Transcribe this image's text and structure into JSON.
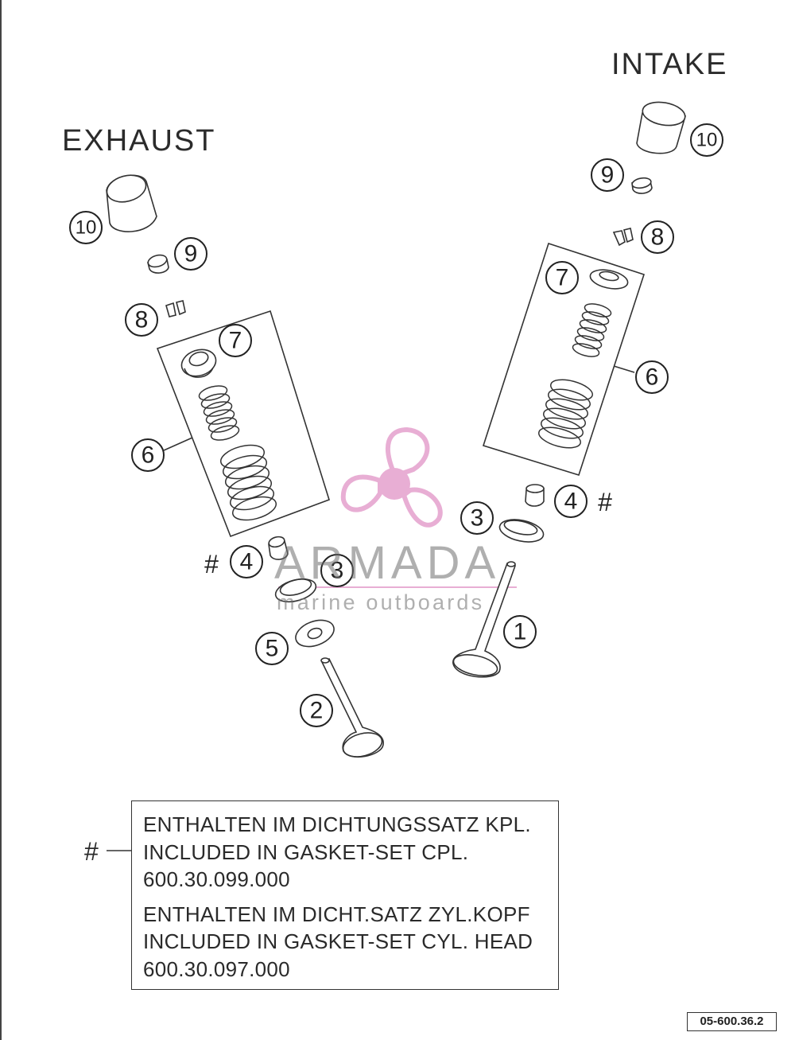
{
  "titles": {
    "intake": "INTAKE",
    "exhaust": "EXHAUST"
  },
  "callouts": {
    "exhaust": {
      "c10": "10",
      "c9": "9",
      "c8": "8",
      "c7": "7",
      "c6": "6",
      "c4": "4",
      "c3": "3",
      "c5": "5",
      "c2": "2",
      "hash": "#"
    },
    "intake": {
      "c10": "10",
      "c9": "9",
      "c8": "8",
      "c7": "7",
      "c6": "6",
      "c4": "4",
      "c3": "3",
      "c1": "1",
      "hash": "#"
    }
  },
  "note": {
    "key": "#",
    "lines": [
      "ENTHALTEN IM DICHTUNGSSATZ KPL.",
      "INCLUDED IN GASKET-SET CPL.",
      "600.30.099.000",
      "ENTHALTEN IM DICHT.SATZ ZYL.KOPF",
      "INCLUDED IN GASKET-SET CYL. HEAD",
      "600.30.097.000"
    ]
  },
  "watermark": {
    "name": "ARMADA",
    "tagline": "marine outboards",
    "color": "#e6a6d0"
  },
  "reference": "05-600.36.2",
  "icons": [
    "propeller-logo-icon"
  ]
}
